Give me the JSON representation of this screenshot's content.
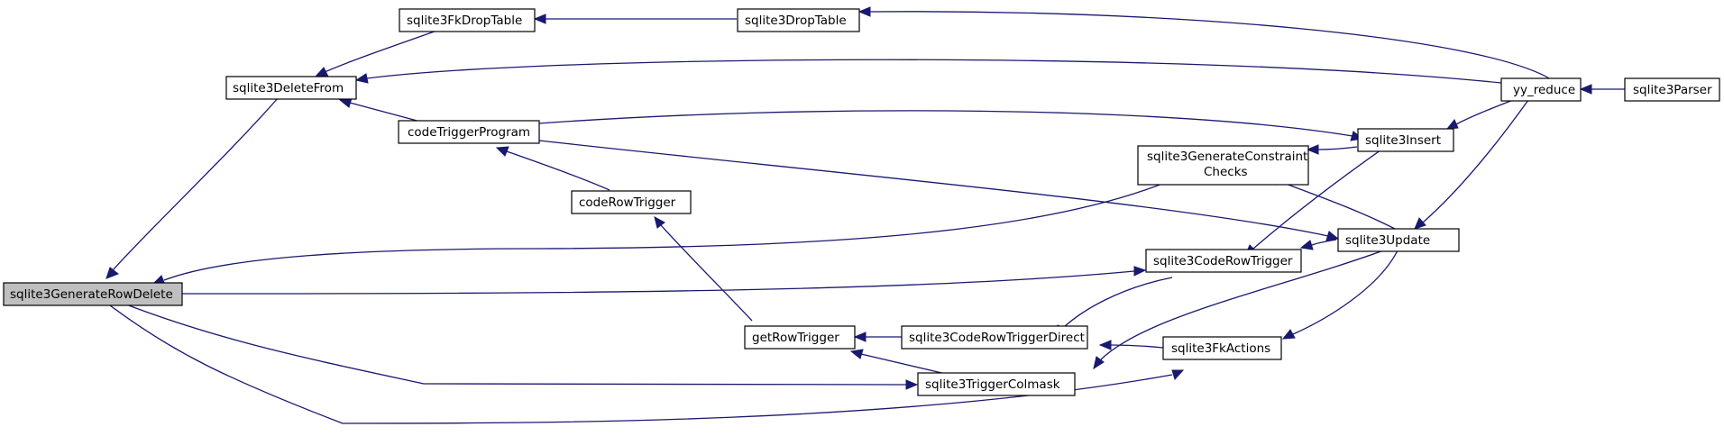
{
  "nodes": {
    "sqlite3GenerateRowDelete": "sqlite3GenerateRowDelete",
    "sqlite3DeleteFrom": "sqlite3DeleteFrom",
    "sqlite3FkDropTable": "sqlite3FkDropTable",
    "sqlite3DropTable": "sqlite3DropTable",
    "yy_reduce": "yy_reduce",
    "sqlite3Parser": "sqlite3Parser",
    "codeTriggerProgram": "codeTriggerProgram",
    "codeRowTrigger": "codeRowTrigger",
    "getRowTrigger": "getRowTrigger",
    "sqlite3GenerateConstraintChecks_line1": "sqlite3GenerateConstraint",
    "sqlite3GenerateConstraintChecks_line2": "Checks",
    "sqlite3Insert": "sqlite3Insert",
    "sqlite3Update": "sqlite3Update",
    "sqlite3CodeRowTrigger": "sqlite3CodeRowTrigger",
    "sqlite3CodeRowTriggerDirect": "sqlite3CodeRowTriggerDirect",
    "sqlite3FkActions": "sqlite3FkActions",
    "sqlite3TriggerColmask": "sqlite3TriggerColmask"
  },
  "colors": {
    "edge": "#191970",
    "focus_fill": "#bfbfbf",
    "node_fill": "#ffffff",
    "node_border": "#000000"
  }
}
